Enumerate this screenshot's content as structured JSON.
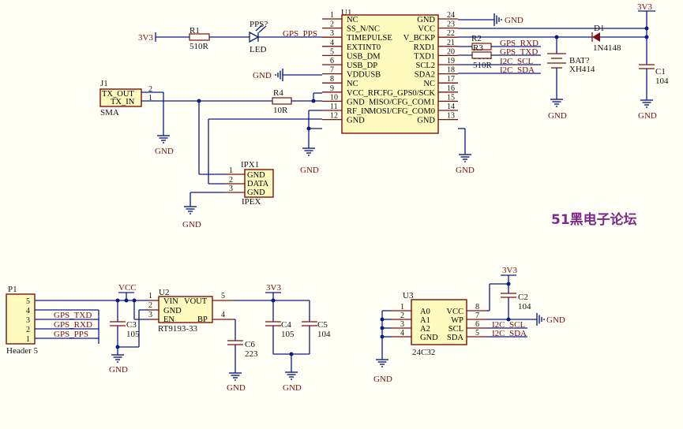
{
  "u1": {
    "ref": "U1",
    "left_pins": [
      {
        "num": "1",
        "name": "NC"
      },
      {
        "num": "2",
        "name": "SS_N/NC"
      },
      {
        "num": "3",
        "name": "TIMEPULSE"
      },
      {
        "num": "4",
        "name": "EXTINT0"
      },
      {
        "num": "5",
        "name": "USB_DM"
      },
      {
        "num": "6",
        "name": "USB_DP"
      },
      {
        "num": "7",
        "name": "VDDUSB"
      },
      {
        "num": "8",
        "name": "NC"
      },
      {
        "num": "9",
        "name": "VCC_RF"
      },
      {
        "num": "10",
        "name": "GND"
      },
      {
        "num": "11",
        "name": "RF_IN"
      },
      {
        "num": "12",
        "name": "GND"
      }
    ],
    "right_pins": [
      {
        "num": "24",
        "name": "GND"
      },
      {
        "num": "23",
        "name": "VCC"
      },
      {
        "num": "22",
        "name": "V_BCKP"
      },
      {
        "num": "21",
        "name": "RXD1"
      },
      {
        "num": "20",
        "name": "TXD1"
      },
      {
        "num": "19",
        "name": "SCL2"
      },
      {
        "num": "18",
        "name": "SDA2"
      },
      {
        "num": "17",
        "name": "NC"
      },
      {
        "num": "16",
        "name": "CFG_GPS0/SCK"
      },
      {
        "num": "15",
        "name": "MISO/CFG_COM1"
      },
      {
        "num": "14",
        "name": "MOSI/CFG_COM0"
      },
      {
        "num": "13",
        "name": "GND"
      }
    ]
  },
  "r1": {
    "ref": "R1",
    "value": "510R"
  },
  "led": {
    "ref": "PPS?",
    "value": "LED"
  },
  "r2": {
    "ref": "R2",
    "value": "510R"
  },
  "r3": {
    "ref": "R3",
    "value": "510R"
  },
  "r4": {
    "ref": "R4",
    "value": "10R"
  },
  "d1": {
    "ref": "D1",
    "value": "1N4148"
  },
  "bat": {
    "ref": "BAT?",
    "value": "XH414"
  },
  "c1": {
    "ref": "C1",
    "value": "104"
  },
  "j1": {
    "ref": "J1",
    "value": "SMA",
    "pins": [
      {
        "num": "2",
        "name": "TX_OUT"
      },
      {
        "num": "1",
        "name": "TX_IN"
      }
    ]
  },
  "ipx1": {
    "ref": "IPX1",
    "value": "IPEX",
    "pins": [
      {
        "num": "1",
        "name": "GND"
      },
      {
        "num": "2",
        "name": "DATA"
      },
      {
        "num": "3",
        "name": "GND"
      }
    ]
  },
  "p1": {
    "ref": "P1",
    "value": "Header 5",
    "pins": [
      "5",
      "4",
      "3",
      "2",
      "1"
    ]
  },
  "u2": {
    "ref": "U2",
    "value": "RT9193-33",
    "pins": [
      {
        "num": "1",
        "name": "VIN"
      },
      {
        "num": "2",
        "name": "GND"
      },
      {
        "num": "3",
        "name": "EN"
      },
      {
        "num": "5",
        "name": "VOUT"
      },
      {
        "num": "4",
        "name": "BP"
      }
    ]
  },
  "c3": {
    "ref": "C3",
    "value": "105"
  },
  "c4": {
    "ref": "C4",
    "value": "105"
  },
  "c5": {
    "ref": "C5",
    "value": "104"
  },
  "c6": {
    "ref": "C6",
    "value": "223"
  },
  "u3": {
    "ref": "U3",
    "value": "24C32",
    "left_pins": [
      {
        "num": "1",
        "name": "A0"
      },
      {
        "num": "2",
        "name": "A1"
      },
      {
        "num": "3",
        "name": "A2"
      },
      {
        "num": "4",
        "name": "GND"
      }
    ],
    "right_pins": [
      {
        "num": "8",
        "name": "VCC"
      },
      {
        "num": "7",
        "name": "WP"
      },
      {
        "num": "6",
        "name": "SCL"
      },
      {
        "num": "5",
        "name": "SDA"
      }
    ]
  },
  "c2": {
    "ref": "C2",
    "value": "104"
  },
  "nets": {
    "v3v3": "3V3",
    "vcc": "VCC",
    "gnd": "GND",
    "gps_pps": "GPS_PPS",
    "gps_rxd": "GPS_RXD",
    "gps_txd": "GPS_TXD",
    "i2c_scl": "I2C_SCL",
    "i2c_sda": "I2C_SDA"
  },
  "brand": "51黑电子论坛"
}
